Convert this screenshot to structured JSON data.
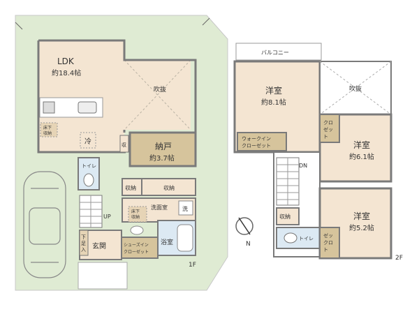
{
  "floor1": {
    "floor_label": "1F",
    "ldk": {
      "name": "LDK",
      "area": "約18.4帖"
    },
    "fukinuke": "吹抜",
    "fridge": "冷",
    "underfloor_storage": [
      "床下",
      "収納"
    ],
    "storage_small": "収",
    "nando": {
      "name": "納戸",
      "area": "約3.7帖"
    },
    "toilet": "トイレ",
    "up": "UP",
    "shuno": "収納",
    "shuno_wide": "収納",
    "washroom": "洗面室",
    "washer": "洗",
    "underfloor_storage2": [
      "床下",
      "収納"
    ],
    "bath": "浴室",
    "genkan": "玄関",
    "shoes_in_closet": [
      "シューズイン",
      "クローゼット"
    ],
    "shoe_box": [
      "下",
      "足",
      "入"
    ]
  },
  "floor2": {
    "floor_label": "2F",
    "balcony": "バルコニー",
    "room1": {
      "name": "洋室",
      "area": "約8.1帖"
    },
    "fukinuke": "吹抜",
    "walkin_closet": [
      "ウォークイン",
      "クローゼット"
    ],
    "closet_a": [
      "クロ",
      "ゼッ",
      "ト"
    ],
    "room2": {
      "name": "洋室",
      "area": "約6.1帖"
    },
    "dn": "DN",
    "shuno": "収納",
    "toilet": "トイレ",
    "room3": {
      "name": "洋室",
      "area": "約5.2帖"
    },
    "closet_b": [
      "ゼッ",
      "クロ",
      "ト"
    ]
  },
  "compass": {
    "label": "N"
  },
  "colors": {
    "lot": "#dfebd3",
    "ldk": "#f4e5d2",
    "nando": "#d6c49c",
    "bath": "#dce9f3",
    "wall": "#7a7a7a",
    "room": "#f4e5d2"
  }
}
